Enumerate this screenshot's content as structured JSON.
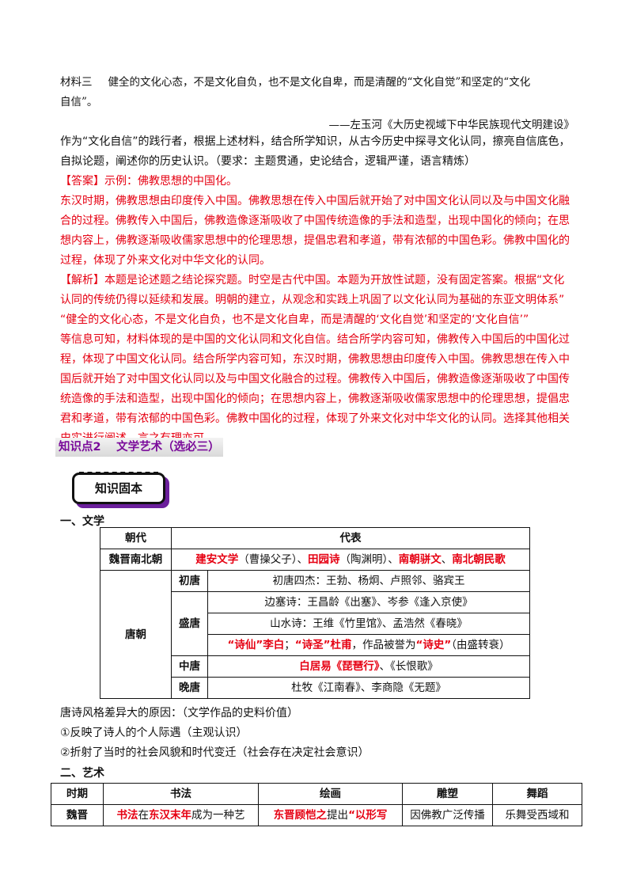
{
  "material3": {
    "label": "材料三",
    "text1": "健全的文化心态，不是文化自负，也不是文化自卑，而是清醒的“文化自觉”和坚定的“文化",
    "text2": "自信”。",
    "source": "——左玉河《大历史视域下中华民族现代文明建设》"
  },
  "question": {
    "line1": "作为“文化自信”的践行者，根据上述材料，结合所学知识，从古今历史中探寻文化认同，擦亮自信底色，",
    "line2": "自拟论题，阐述你的历史认识。（要求：主题贯通，史论结合，逻辑严谨，语言精炼）"
  },
  "answer": {
    "tag": "【答案】",
    "line0": "示例：佛教思想的中国化。",
    "lines": [
      "东汉时期，佛教思想由印度传入中国。佛教思想在传入中国后就开始了对中国文化认同以及与中国文化融",
      "合的过程。佛教传入中国后，佛教造像逐渐吸收了中国传统造像的手法和造型，出现中国化的倾向；在思",
      "想内容上，佛教逐渐吸收儒家思想中的伦理思想，提倡忠君和孝道，带有浓郁的中国色彩。佛教中国化的",
      "过程，体现了外来文化对中华文化的认同。"
    ]
  },
  "analysis": {
    "tag": "【解析】",
    "line0": "本题是论述题之结论探究题。时空是古代中国。本题为开放性试题，没有固定答案。根据“文化",
    "lines": [
      "认同的传统仍得以延续和发展。明朝的建立，从观念和实践上巩固了以文化认同为基础的东亚文明体系”",
      "“健全的文化心态，不是文化自负，也不是文化自卑，而是清醒的‘文化自觉’和坚定的‘文化自信’”",
      "等信息可知，材料体现的是中国的文化认同和文化自信。结合所学内容可知，佛教传入中国后的中国化过",
      "程，体现了中国文化认同。结合所学内容可知，东汉时期，佛教思想由印度传入中国。佛教思想在传入中",
      "国后就开始了对中国文化认同以及与中国文化融合的过程。佛教传入中国后，佛教造像逐渐吸收了中国传",
      "统造像的手法和造型，出现中国化的倾向；在思想内容上，佛教逐渐吸收儒家思想中的伦理思想，提倡忠",
      "君和孝道，带有浓郁的中国色彩。佛教中国化的过程，体现了外来文化对中华文化的认同。选择其他相关",
      "史实进行阐述，言之有理亦可。"
    ]
  },
  "knowledge_point": "知识点2　 文学艺术（选必三）",
  "badge": "知识固本",
  "section1": "一、文学",
  "lit_table": {
    "col_dynasty": "朝代",
    "col_rep": "代表",
    "wei": {
      "dynasty": "魏晋南北朝",
      "p1": "建安文学",
      "p2": "（曹操父子）、",
      "p3": "田园诗",
      "p4": "（陶渊明）、",
      "p5": "南朝骈文",
      "p6": "、",
      "p7": "南北朝民歌"
    },
    "tang": {
      "dynasty": "唐朝",
      "early": "初唐",
      "early_rep": "初唐四杰：王勃、杨炯、卢照邻、骆宾王",
      "high": "盛唐",
      "high_rep1": "边塞诗：王昌龄《出塞》、岑参《逢入京使》",
      "high_rep2": "山水诗：王维《竹里馆》、孟浩然《春晓》",
      "high_rep3_a": "“诗仙”李白",
      "high_rep3_b": "；",
      "high_rep3_c": "“诗圣”杜甫",
      "high_rep3_d": "，作品被誉为",
      "high_rep3_e": "“诗史”",
      "high_rep3_f": "（由盛转衰）",
      "mid": "中唐",
      "mid_rep_a": "白居易《琵琶行》",
      "mid_rep_b": "、《长恨歌》",
      "late": "晚唐",
      "late_rep": "杜牧《江南春》、李商隐《无题》"
    }
  },
  "notes": [
    "唐诗风格差异大的原因：（文学作品的史料价值）",
    "①反映了诗人的个人际遇（主观认识）",
    "②折射了当时的社会风貌和时代变迁（社会存在决定社会意识）"
  ],
  "section2": "二、艺术",
  "art_table": {
    "headers": [
      "时期",
      "书法",
      "绘画",
      "雕塑",
      "舞蹈"
    ],
    "row": {
      "period": "魏晋",
      "cal_a": "书法",
      "cal_b": "在",
      "cal_c": "东汉末年",
      "cal_d": "成为一种艺",
      "paint_a": "东晋顾恺之",
      "paint_b": "提出",
      "paint_c": "“以形写",
      "sculpt": "因佛教广泛传播",
      "dance": "乐舞受西域和"
    }
  },
  "colors": {
    "red": "#e60012",
    "purple": "#7a0a9a",
    "badge_shadow": "#6b1f9c"
  }
}
